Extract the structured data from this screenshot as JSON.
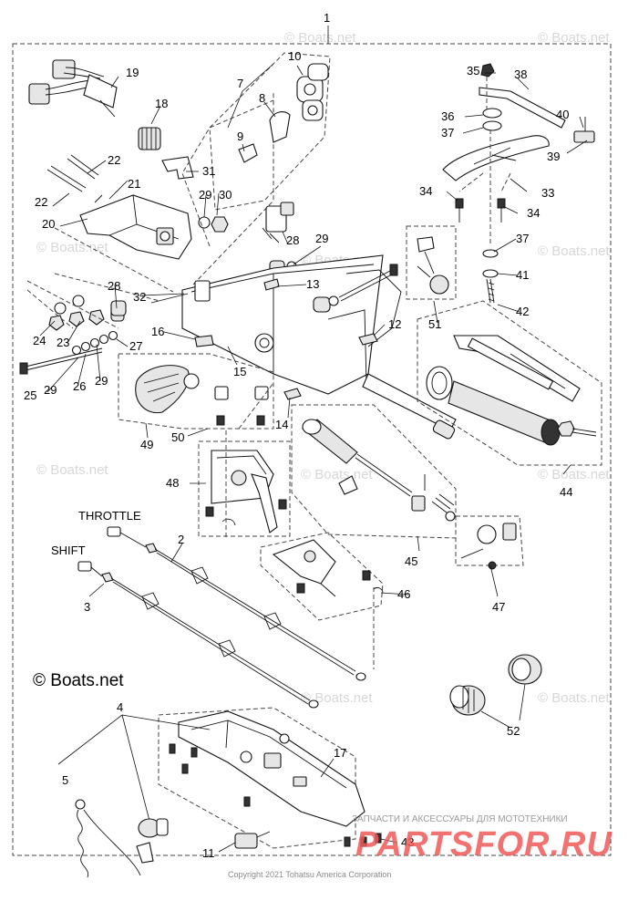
{
  "diagram": {
    "part_numbers": [
      "1",
      "2",
      "3",
      "4",
      "5",
      "7",
      "8",
      "9",
      "10",
      "11",
      "12",
      "13",
      "14",
      "15",
      "16",
      "17",
      "18",
      "19",
      "20",
      "21",
      "22",
      "23",
      "24",
      "25",
      "26",
      "27",
      "28",
      "29",
      "30",
      "31",
      "32",
      "33",
      "34",
      "35",
      "36",
      "37",
      "38",
      "39",
      "40",
      "41",
      "42",
      "43",
      "44",
      "45",
      "46",
      "47",
      "48",
      "49",
      "50",
      "51",
      "52"
    ],
    "throttle_label": "THROTTLE",
    "shift_label": "SHIFT",
    "copyright_logo": "© Boats.net",
    "watermark": "© Boats.net",
    "footer": "Copyright 2021 Tohatsu America Corporation",
    "stamp_text": "ЗАПЧАСТИ И АКСЕССУАРЫ ДЛЯ МОТОТЕХНИКИ",
    "stamp_logo": "PARTSFOR.RU"
  }
}
